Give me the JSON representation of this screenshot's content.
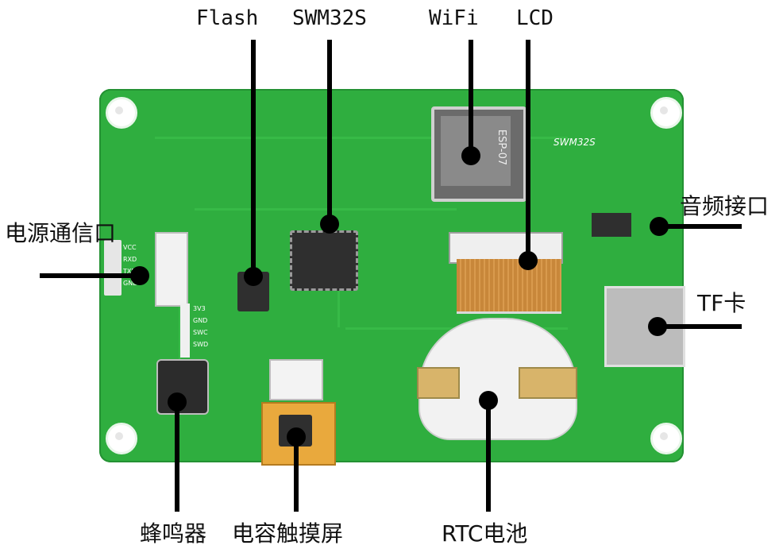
{
  "labels": {
    "flash": "Flash",
    "mcu": "SWM32S",
    "wifi": "WiFi",
    "lcd": "LCD",
    "power_comm": "电源通信口",
    "audio": "音频接口",
    "tf": "TF卡",
    "buzzer": "蜂鸣器",
    "touch": "电容触摸屏",
    "rtc": "RTC电池"
  },
  "board": {
    "silk_model": "SWM32S",
    "wifi_module_text": "ESP-07",
    "pin_labels": [
      "VCC",
      "RXD",
      "TXD",
      "GND"
    ],
    "swd_labels": [
      "3V3",
      "GND",
      "SWC",
      "SWD"
    ]
  },
  "colors": {
    "pcb": "#2fae3f",
    "fpc": "#c8873a",
    "leader": "#000000"
  }
}
